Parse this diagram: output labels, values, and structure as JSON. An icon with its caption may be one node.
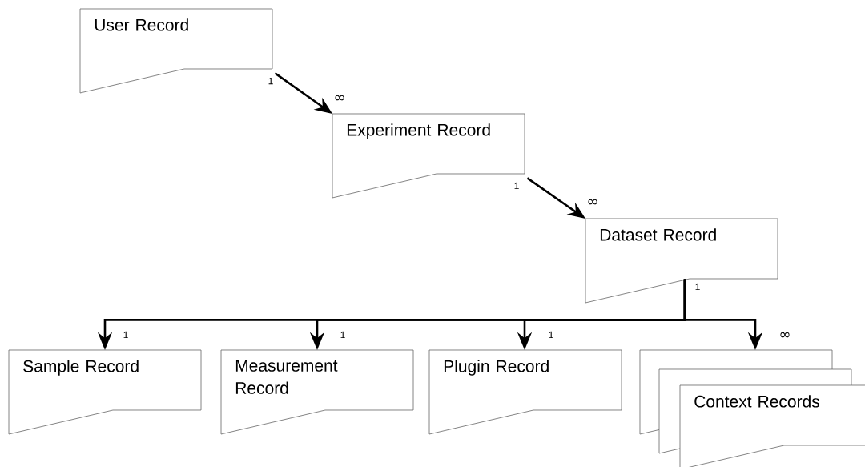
{
  "diagram": {
    "nodes": [
      {
        "text": [
          "User Record"
        ]
      },
      {
        "text": [
          "Experiment Record"
        ]
      },
      {
        "text": [
          "Dataset Record"
        ]
      },
      {
        "text": [
          "Sample Record"
        ]
      },
      {
        "text": [
          "Measurement Record"
        ]
      },
      {
        "text": [
          "Plugin Record"
        ]
      },
      {
        "text": [
          "Context Records"
        ]
      }
    ],
    "edges": [
      {
        "from": 0,
        "to": 1,
        "arrow": "to"
      },
      {
        "from": 1,
        "to": 2,
        "arrow": "to"
      },
      {
        "from": 2,
        "to": 3,
        "arrow": "to"
      },
      {
        "from": 2,
        "to": 4,
        "arrow": "to"
      },
      {
        "from": 2,
        "to": 5,
        "arrow": "to"
      },
      {
        "from": 2,
        "to": 6,
        "arrow": "to"
      }
    ],
    "labels": [
      "1",
      "∞",
      "1",
      "∞",
      "1",
      "1",
      "1",
      "1",
      "∞"
    ]
  }
}
